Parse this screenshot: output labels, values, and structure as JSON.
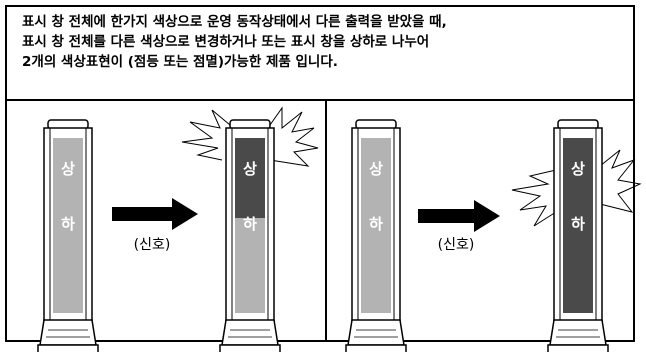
{
  "description": {
    "line1": "표시 창 전체에 한가지 색상으로 운영 동작상태에서 다른 출력을 받았을 때,",
    "line2": "표시 창 전체를 다른 색상으로 변경하거나 또는 표시 창을 상하로 나누어",
    "line3": "2개의 색상표현이 (점등 또는 점멸)가능한 제품 입니다."
  },
  "labels": {
    "upper": "상",
    "lower": "하",
    "signal": "(신호)"
  },
  "colors": {
    "unlit": "#b3b3b3",
    "lit": "#4a4a4a"
  }
}
